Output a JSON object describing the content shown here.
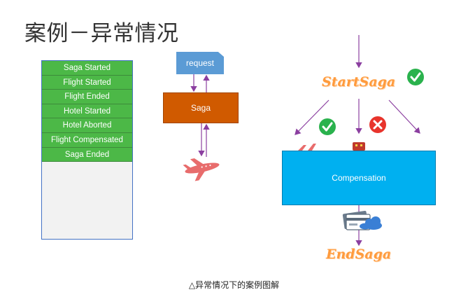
{
  "title": "案例－异常情况",
  "log": {
    "entries": [
      "Saga Started",
      "Flight Started",
      "Flight Ended",
      "Hotel Started",
      "Hotel Aborted",
      "Flight Compensated",
      "Saga Ended"
    ]
  },
  "request_label": "request",
  "saga_label": "Saga",
  "start_saga_label": "StartSaga",
  "compensation_label": "Compensation",
  "end_saga_label": "EndSaga",
  "caption": "△异常情况下的案例图解",
  "colors": {
    "log_green": "#4cb847",
    "request_blue": "#5b9bd5",
    "saga_orange": "#d05a00",
    "compensation_cyan": "#00b0f0",
    "arrow_purple": "#8b3fa0",
    "check_green": "#2ab24d",
    "cross_red": "#e8342c"
  },
  "icons": [
    "airplane-icon",
    "check-icon",
    "cross-icon",
    "car-icon",
    "credit-card-icon",
    "cloud-icon",
    "hotel-icon"
  ]
}
